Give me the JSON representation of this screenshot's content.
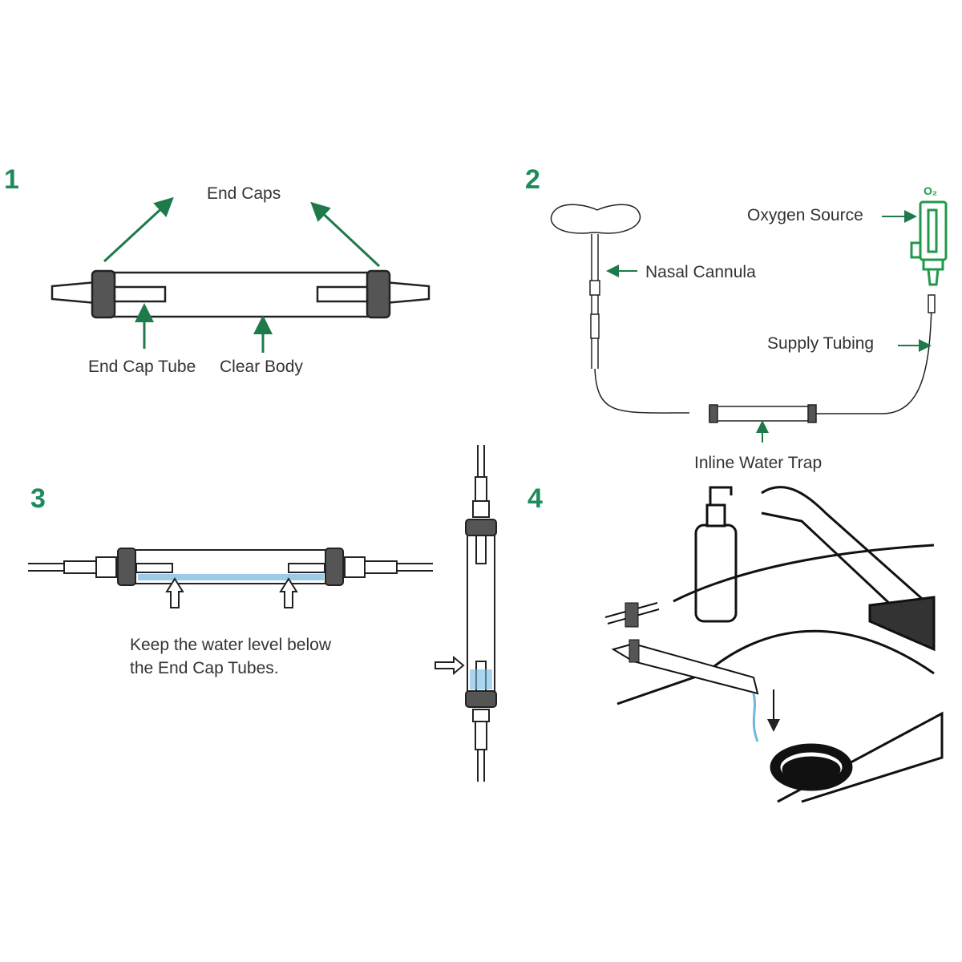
{
  "colors": {
    "accent": "#1f8a5c",
    "arrow": "#1e7a4a",
    "line": "#222222",
    "water": "#6fb7dd"
  },
  "steps": [
    {
      "number": "1",
      "labels": {
        "end_caps": "End Caps",
        "end_cap_tube": "End Cap Tube",
        "clear_body": "Clear Body"
      }
    },
    {
      "number": "2",
      "labels": {
        "oxygen_source": "Oxygen Source",
        "o2": "O₂",
        "nasal_cannula": "Nasal Cannula",
        "supply_tubing": "Supply Tubing",
        "inline_water_trap": "Inline Water Trap"
      }
    },
    {
      "number": "3",
      "note_line1": "Keep the water level below",
      "note_line2": "the End Cap Tubes."
    },
    {
      "number": "4"
    }
  ]
}
